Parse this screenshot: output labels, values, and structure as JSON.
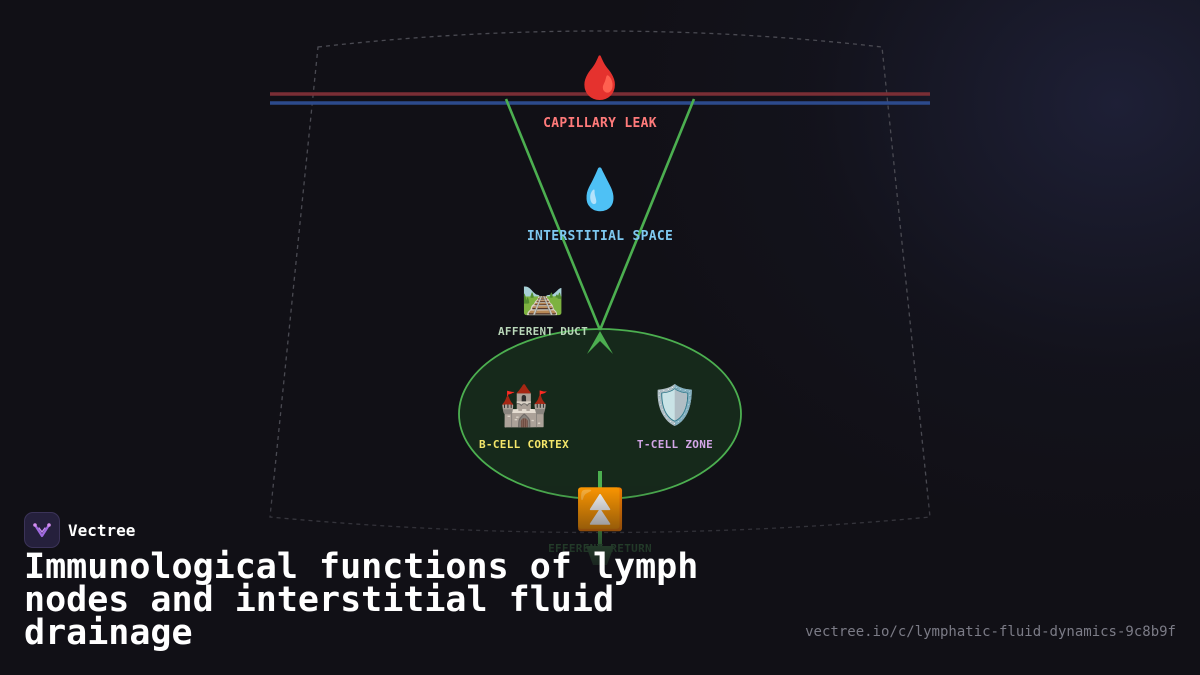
{
  "diagram": {
    "nodes": {
      "capillary": {
        "icon": "🩸",
        "icon_name": "blood-drop-icon",
        "label": "CAPILLARY LEAK",
        "color": "#ff7a7a"
      },
      "interstitial": {
        "icon": "💧",
        "icon_name": "water-drop-icon",
        "label": "INTERSTITIAL SPACE",
        "color": "#7ec8f0"
      },
      "afferent": {
        "icon": "🛤️",
        "icon_name": "railway-track-icon",
        "label": "AFFERENT DUCT",
        "color": "#b9d6b9"
      },
      "bcell": {
        "icon": "🏰",
        "icon_name": "castle-icon",
        "label": "B-CELL CORTEX",
        "color": "#f4e66a"
      },
      "tcell": {
        "icon": "🛡️",
        "icon_name": "shield-icon",
        "label": "T-CELL ZONE",
        "color": "#d4a6e8"
      },
      "efferent": {
        "icon": "⏫",
        "icon_name": "double-up-arrow-icon",
        "label": "EFFERENT RETURN",
        "color": "#3d7a45"
      }
    },
    "colors": {
      "arterial_line": "#7a2e35",
      "venous_line": "#2c4a8c",
      "flow_green": "#4caf50",
      "node_fill": "#16291b",
      "outline_dashed": "#4a4a52"
    }
  },
  "brand": {
    "name": "Vectree"
  },
  "title": "Immunological functions of lymph nodes and interstitial fluid drainage",
  "url": "vectree.io/c/lymphatic-fluid-dynamics-9c8b9f"
}
